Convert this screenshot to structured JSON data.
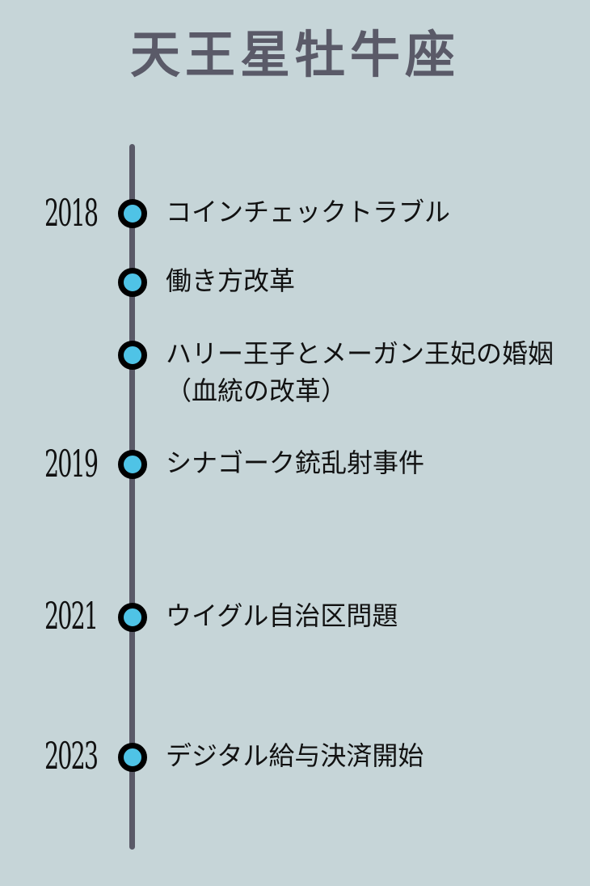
{
  "title": "天王星牡牛座",
  "timeline": {
    "years": [
      {
        "label": "2018"
      },
      {
        "label": "2019"
      },
      {
        "label": "2021"
      },
      {
        "label": "2023"
      }
    ],
    "events": [
      {
        "label": "コインチェックトラブル"
      },
      {
        "label": "働き方改革"
      },
      {
        "label": "ハリー王子とメーガン王妃の婚姻（血統の改革）"
      },
      {
        "label": "シナゴーク銃乱射事件"
      },
      {
        "label": "ウイグル自治区問題"
      },
      {
        "label": "デジタル給与決済開始"
      }
    ]
  },
  "colors": {
    "background": "#c6d5d8",
    "line": "#5a5a68",
    "dot_fill": "#4fc3e6",
    "dot_border": "#000000",
    "text": "#111111"
  }
}
